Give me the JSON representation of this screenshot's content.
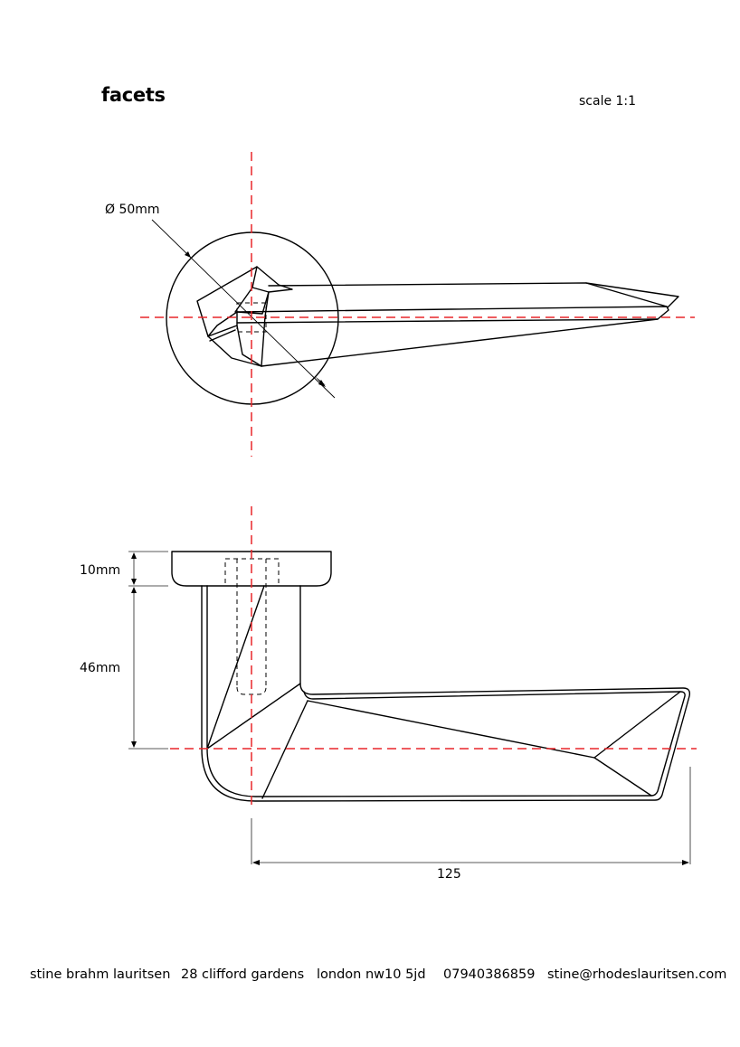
{
  "header": {
    "title": "facets",
    "scale": "scale 1:1"
  },
  "top_view": {
    "diameter_label": "Ø 50mm"
  },
  "side_view": {
    "rose_height_label": "10mm",
    "neck_height_label": "46mm",
    "length_label": "125"
  },
  "colors": {
    "centerline": "#e8262a",
    "outline": "#000000"
  },
  "footer": {
    "name": "stine brahm lauritsen",
    "street": "28 clifford gardens",
    "city": "london nw10 5jd",
    "phone": "07940386859",
    "email": "stine@rhodeslauritsen.com"
  }
}
